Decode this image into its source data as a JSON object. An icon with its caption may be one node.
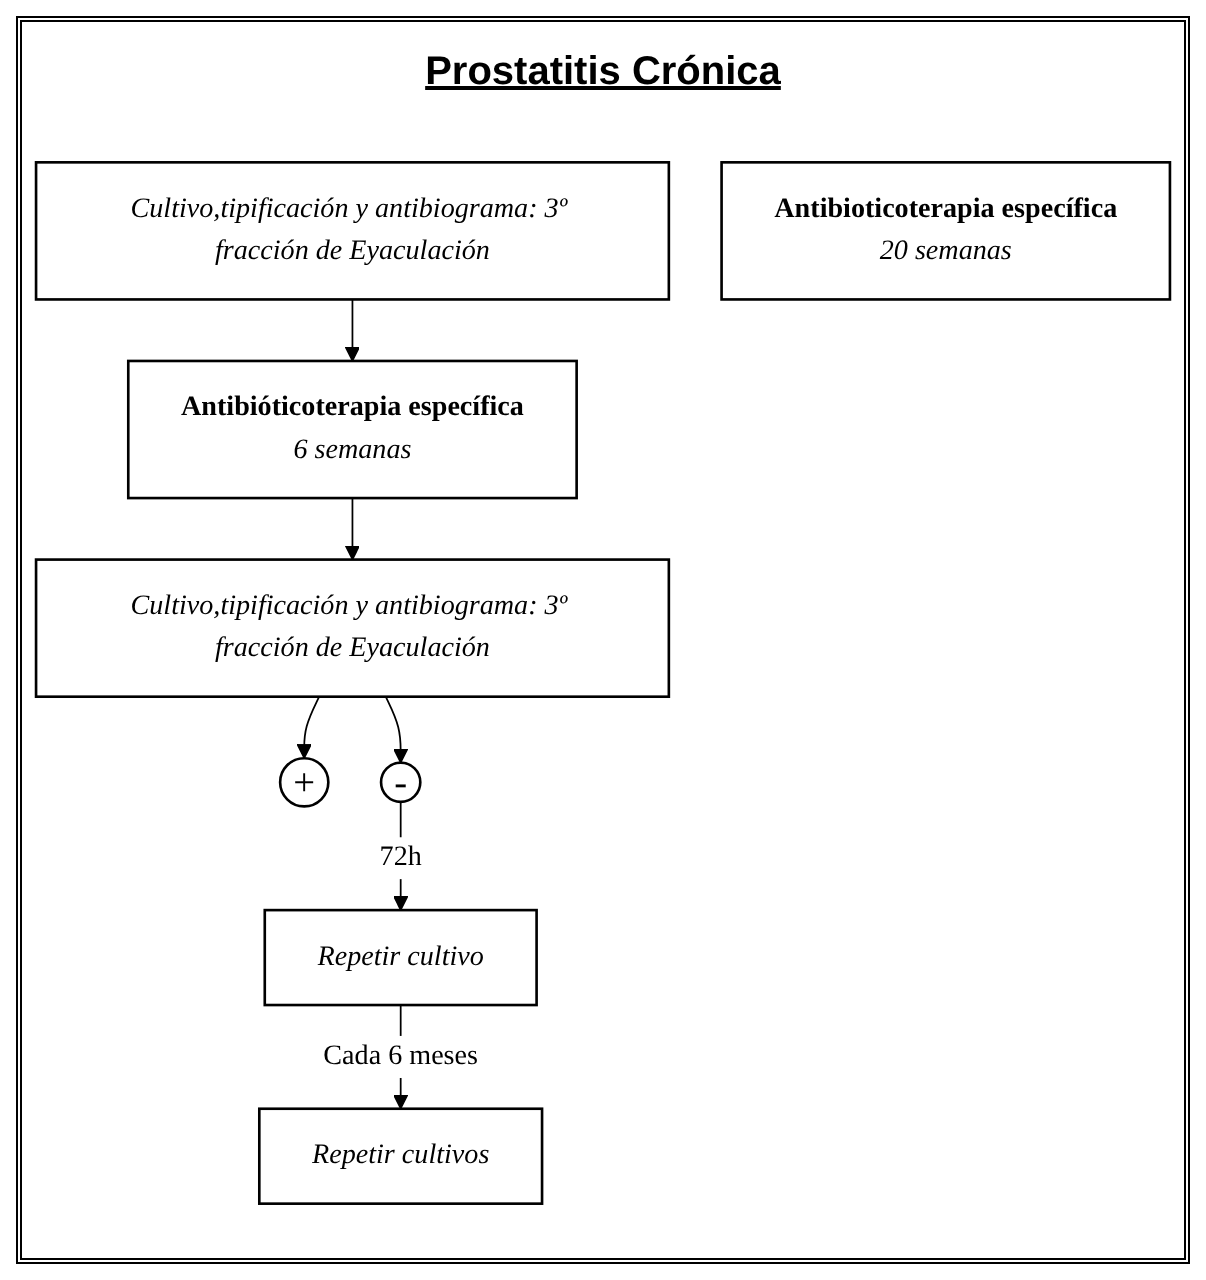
{
  "diagram": {
    "title": "Prostatitis Crónica",
    "nodes": [
      {
        "text": [
          "Cultivo,tipificación y antibiograma: 3º fracción de Eyaculación"
        ]
      },
      {
        "text": [
          "Antibióticoterapia específica",
          "6 semanas"
        ]
      },
      {
        "text": [
          "Cultivo,tipificación y antibiograma: 3º fracción de Eyaculación"
        ]
      },
      {
        "text": [
          "+"
        ]
      },
      {
        "text": [
          "-"
        ]
      },
      {
        "text": [
          "Repetir cultivo"
        ]
      },
      {
        "text": [
          "Antibioticoterapia específica",
          "20 semanas"
        ]
      },
      {
        "text": [
          "Repetir cultivos"
        ]
      }
    ],
    "edges": [
      {
        "from": 0,
        "to": 1,
        "arrow": "to"
      },
      {
        "from": 1,
        "to": 2,
        "arrow": "to"
      },
      {
        "from": 2,
        "to": 3,
        "arrow": "to"
      },
      {
        "from": 2,
        "to": 4,
        "arrow": "to"
      },
      {
        "from": 4,
        "to": 5,
        "arrow": "to",
        "label": "72h"
      },
      {
        "from": 5,
        "to": 7,
        "arrow": "to",
        "label": "Cada 6 meses"
      }
    ]
  }
}
